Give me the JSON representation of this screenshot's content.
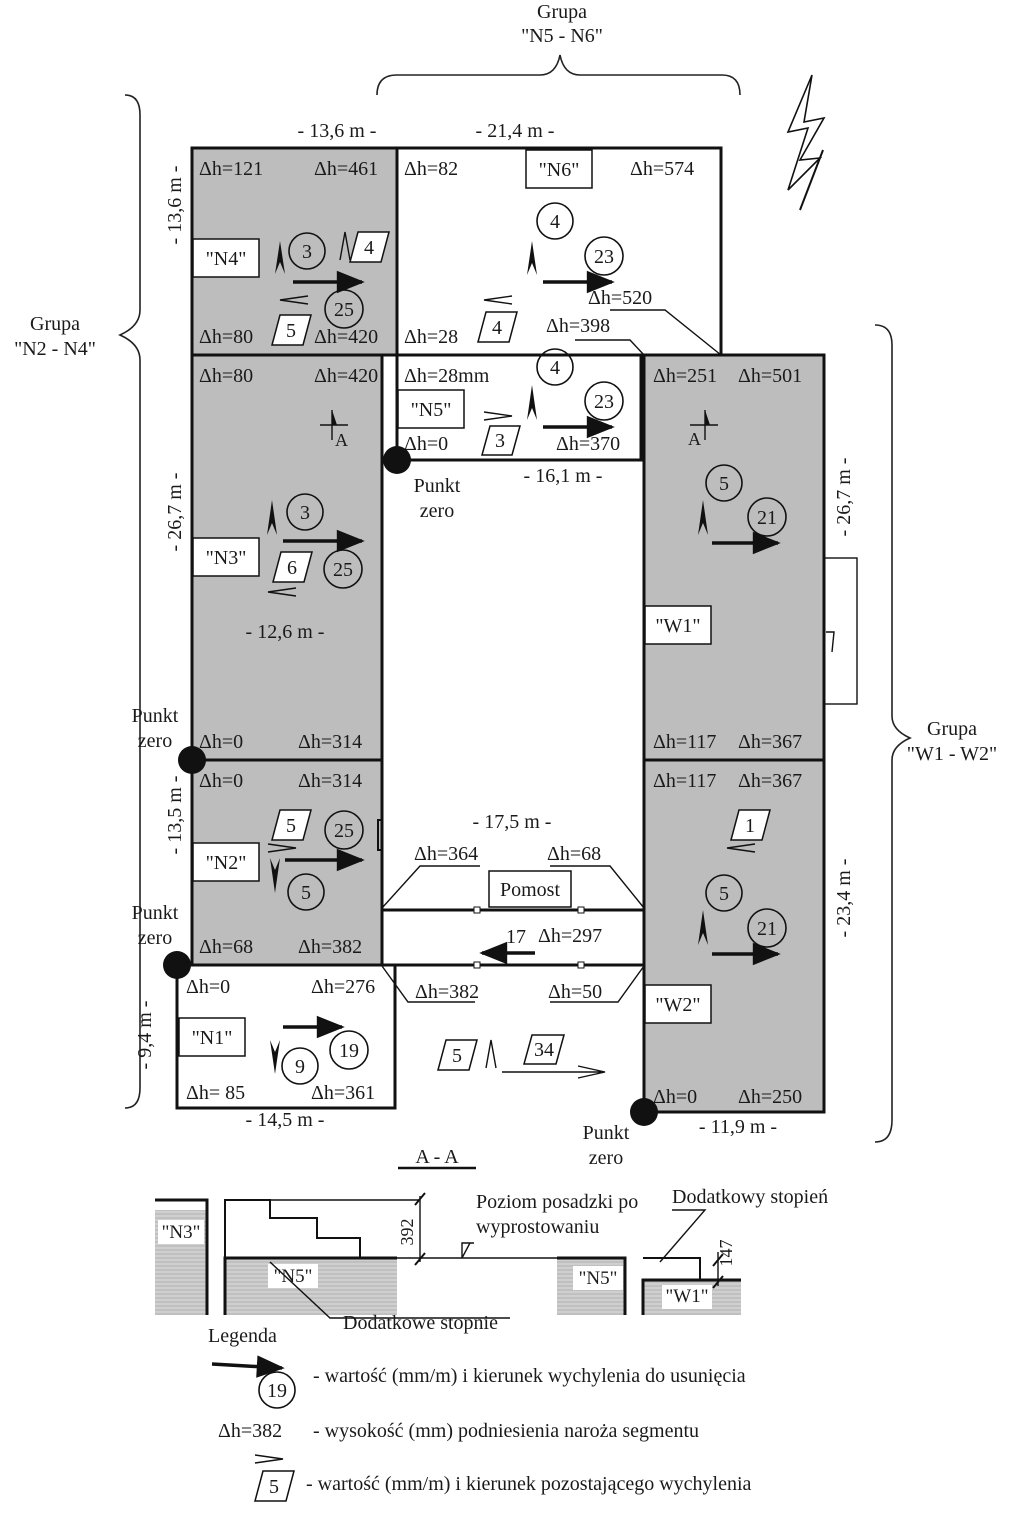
{
  "groups": {
    "n5_n6": [
      "Grupa",
      "\"N5 - N6\""
    ],
    "n2_n4": [
      "Grupa",
      "\"N2 - N4\""
    ],
    "w1_w2": [
      "Grupa",
      "\"W1 - W2\""
    ]
  },
  "dimensions": {
    "n4_width": "- 13,6 m -",
    "n6_width": "- 21,4 m -",
    "n4_height": "- 13,6 m -",
    "n3_height": "- 26,7 m -",
    "w1_height": "- 26,7 m -",
    "n5_width": "- 16,1 m -",
    "n3_inner": "- 12,6 m -",
    "n2_height": "- 13,5 m -",
    "pomost_width": "- 17,5 m -",
    "w2_height": "- 23,4 m -",
    "n1_height": "- 9,4 m -",
    "n1_width": "- 14,5 m -",
    "w2_width": "- 11,9 m -"
  },
  "segments": {
    "n4": {
      "label": "\"N4\"",
      "dh": [
        "Δh=121",
        "Δh=461",
        "Δh=80",
        "Δh=420"
      ],
      "circle": "3",
      "circle2": "25",
      "remain": "4",
      "remain2": "5"
    },
    "n6": {
      "label": "\"N6\"",
      "dh": [
        "Δh=82",
        "Δh=574",
        "Δh=28",
        "Δh=520",
        "Δh=398"
      ],
      "circle": "4",
      "circle2": "23",
      "remain": "4"
    },
    "n5": {
      "label": "\"N5\"",
      "dh": [
        "Δh=28mm",
        "Δh=0",
        "Δh=370"
      ],
      "circle": "4",
      "circle2": "23",
      "remain": "3"
    },
    "n3": {
      "label": "\"N3\"",
      "dh": [
        "Δh=80",
        "Δh=420",
        "Δh=0",
        "Δh=314"
      ],
      "circle": "3",
      "circle2": "25",
      "remain": "6"
    },
    "w1": {
      "label": "\"W1\"",
      "dh": [
        "Δh=251",
        "Δh=501",
        "Δh=117",
        "Δh=367"
      ],
      "circle": "5",
      "circle2": "21"
    },
    "n2": {
      "label": "\"N2\"",
      "dh": [
        "Δh=0",
        "Δh=314",
        "Δh=68",
        "Δh=382"
      ],
      "circle": "5",
      "circle2": "25",
      "remain": "5"
    },
    "w2": {
      "label": "\"W2\"",
      "dh": [
        "Δh=117",
        "Δh=367",
        "Δh=0",
        "Δh=250"
      ],
      "circle": "5",
      "circle2": "21",
      "remain": "1"
    },
    "n1": {
      "label": "\"N1\"",
      "dh": [
        "Δh=0",
        "Δh=276",
        "Δh= 85",
        "Δh=361"
      ],
      "circle": "9",
      "circle2": "19"
    },
    "pomost": {
      "label": "Pomost",
      "dh": [
        "Δh=364",
        "Δh=68",
        "Δh=297",
        "Δh=382",
        "Δh=50"
      ],
      "value": "17"
    }
  },
  "courtyard": {
    "remain_a": "5",
    "remain_b": "34"
  },
  "section_marks": {
    "a": "A",
    "b": "A"
  },
  "zero_points": {
    "line1": "Punkt",
    "line2": "zero"
  },
  "section": {
    "title": "A - A",
    "n3": "\"N3\"",
    "n5a": "\"N5\"",
    "n5b": "\"N5\"",
    "w1": "\"W1\"",
    "dim392": "392",
    "dim147": "147",
    "poziom_1": "Poziom posadzki po",
    "poziom_2": "wyprostowaniu",
    "dodatkowy": "Dodatkowy stopień",
    "dodatkowe": "Dodatkowe stopnie"
  },
  "legend": {
    "title": "Legenda",
    "sample_circle": "19",
    "line1": "- wartość (mm/m) i kierunek wychylenia do usunięcia",
    "dh_sample": "Δh=382",
    "line2": "- wysokość (mm) podniesienia naroża segmentu",
    "sample_box": "5",
    "line3": "- wartość (mm/m) i kierunek pozostającego wychylenia"
  }
}
